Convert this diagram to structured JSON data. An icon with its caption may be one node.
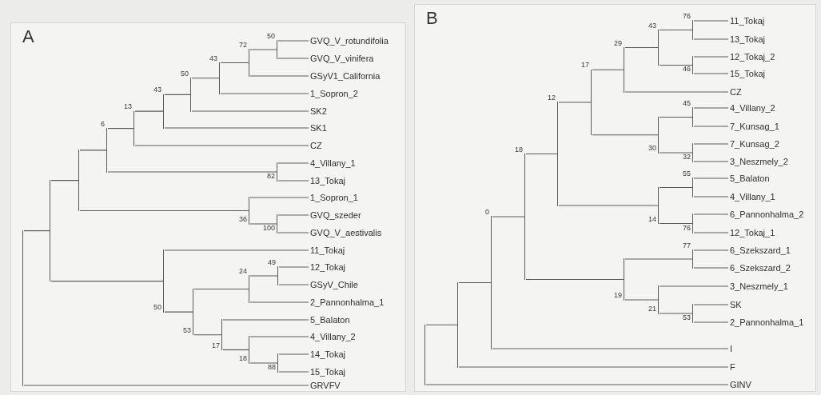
{
  "diagram": {
    "nodes": [
      {
        "text": [
          "A"
        ]
      },
      {
        "text": [
          "GVQ_V_rotundifolia"
        ],
        "in": 0
      },
      {
        "text": [
          "GVQ_V_vinifera"
        ],
        "in": 0
      },
      {
        "text": [
          "GSyV1_California"
        ],
        "in": 0
      },
      {
        "text": [
          "1_Sopron_2"
        ],
        "in": 0
      },
      {
        "text": [
          "SK2"
        ],
        "in": 0
      },
      {
        "text": [
          "SK1"
        ],
        "in": 0
      },
      {
        "text": [
          "CZ"
        ],
        "in": 0
      },
      {
        "text": [
          "4_Villany_1"
        ],
        "in": 0
      },
      {
        "text": [
          "13_Tokaj"
        ],
        "in": 0
      },
      {
        "text": [
          "1_Sopron_1"
        ],
        "in": 0
      },
      {
        "text": [
          "GVQ_szeder"
        ],
        "in": 0
      },
      {
        "text": [
          "GVQ_V_aestivalis"
        ],
        "in": 0
      },
      {
        "text": [
          "11_Tokaj"
        ],
        "in": 0
      },
      {
        "text": [
          "12_Tokaj"
        ],
        "in": 0
      },
      {
        "text": [
          "GSyV_Chile"
        ],
        "in": 0
      },
      {
        "text": [
          "2_Pannonhalma_1"
        ],
        "in": 0
      },
      {
        "text": [
          "5_Balaton"
        ],
        "in": 0
      },
      {
        "text": [
          "4_Villany_2"
        ],
        "in": 0
      },
      {
        "text": [
          "14_Tokaj"
        ],
        "in": 0
      },
      {
        "text": [
          "15_Tokaj"
        ],
        "in": 0
      },
      {
        "text": [
          "GRVFV"
        ],
        "in": 0
      },
      {
        "text": [],
        "shape": "point",
        "in": 0
      },
      {
        "text": [],
        "shape": "point",
        "in": 0
      },
      {
        "text": [],
        "shape": "point",
        "in": 0
      },
      {
        "text": [],
        "shape": "point",
        "in": 0,
        "beside": [
          "6"
        ]
      },
      {
        "text": [],
        "shape": "point",
        "in": 0,
        "beside": [
          "13"
        ]
      },
      {
        "text": [],
        "shape": "point",
        "in": 0,
        "beside": [
          "43"
        ]
      },
      {
        "text": [],
        "shape": "point",
        "in": 0,
        "beside": [
          "50"
        ]
      },
      {
        "text": [],
        "shape": "point",
        "in": 0,
        "beside": [
          "43"
        ]
      },
      {
        "text": [],
        "shape": "point",
        "in": 0,
        "beside": [
          "72"
        ]
      },
      {
        "text": [],
        "shape": "point",
        "in": 0,
        "beside": [
          "50"
        ]
      },
      {
        "text": [],
        "shape": "point",
        "in": 0,
        "beside": [
          "82"
        ]
      },
      {
        "text": [],
        "shape": "point",
        "in": 0,
        "beside": [
          "36"
        ]
      },
      {
        "text": [],
        "shape": "point",
        "in": 0,
        "beside": [
          "100"
        ]
      },
      {
        "text": [],
        "shape": "point",
        "in": 0,
        "beside": [
          "50"
        ]
      },
      {
        "text": [],
        "shape": "point",
        "in": 0,
        "beside": [
          "53"
        ]
      },
      {
        "text": [],
        "shape": "point",
        "in": 0,
        "beside": [
          "24"
        ]
      },
      {
        "text": [],
        "shape": "point",
        "in": 0,
        "beside": [
          "49"
        ]
      },
      {
        "text": [],
        "shape": "point",
        "in": 0,
        "beside": [
          "17"
        ]
      },
      {
        "text": [],
        "shape": "point",
        "in": 0,
        "beside": [
          "18"
        ]
      },
      {
        "text": [],
        "shape": "point",
        "in": 0,
        "beside": [
          "88"
        ]
      },
      {
        "text": [
          "B"
        ]
      },
      {
        "text": [
          "11_Tokaj"
        ],
        "in": 42
      },
      {
        "text": [
          "13_Tokaj"
        ],
        "in": 42
      },
      {
        "text": [
          "12_Tokaj_2"
        ],
        "in": 42
      },
      {
        "text": [
          "15_Tokaj"
        ],
        "in": 42
      },
      {
        "text": [
          "CZ"
        ],
        "in": 42
      },
      {
        "text": [
          "4_Villany_2"
        ],
        "in": 42
      },
      {
        "text": [
          "7_Kunsag_1"
        ],
        "in": 42
      },
      {
        "text": [
          "7_Kunsag_2"
        ],
        "in": 42
      },
      {
        "text": [
          "3_Neszmely_2"
        ],
        "in": 42
      },
      {
        "text": [
          "5_Balaton"
        ],
        "in": 42
      },
      {
        "text": [
          "4_Villany_1"
        ],
        "in": 42
      },
      {
        "text": [
          "6_Pannonhalma_2"
        ],
        "in": 42
      },
      {
        "text": [
          "12_Tokaj_1"
        ],
        "in": 42
      },
      {
        "text": [
          "6_Szekszard_1"
        ],
        "in": 42
      },
      {
        "text": [
          "6_Szekszard_2"
        ],
        "in": 42
      },
      {
        "text": [
          "3_Neszmely_1"
        ],
        "in": 42
      },
      {
        "text": [
          "SK"
        ],
        "in": 42
      },
      {
        "text": [
          "2_Pannonhalma_1"
        ],
        "in": 42
      },
      {
        "text": [
          "I"
        ],
        "in": 42
      },
      {
        "text": [
          "F"
        ],
        "in": 42
      },
      {
        "text": [
          "GINV"
        ],
        "in": 42
      },
      {
        "text": [],
        "shape": "point",
        "in": 42
      },
      {
        "text": [],
        "shape": "point",
        "in": 42
      },
      {
        "text": [],
        "shape": "point",
        "in": 42,
        "beside": [
          "0"
        ]
      },
      {
        "text": [],
        "shape": "point",
        "in": 42,
        "beside": [
          "18"
        ]
      },
      {
        "text": [],
        "shape": "point",
        "in": 42,
        "beside": [
          "12"
        ]
      },
      {
        "text": [],
        "shape": "point",
        "in": 42,
        "beside": [
          "17"
        ]
      },
      {
        "text": [],
        "shape": "point",
        "in": 42,
        "beside": [
          "29"
        ]
      },
      {
        "text": [],
        "shape": "point",
        "in": 42,
        "beside": [
          "43"
        ]
      },
      {
        "text": [],
        "shape": "point",
        "in": 42,
        "beside": [
          "76"
        ]
      },
      {
        "text": [],
        "shape": "point",
        "in": 42,
        "beside": [
          "46"
        ]
      },
      {
        "text": [],
        "shape": "point",
        "in": 42,
        "beside": [
          "30"
        ]
      },
      {
        "text": [],
        "shape": "point",
        "in": 42,
        "beside": [
          "45"
        ]
      },
      {
        "text": [],
        "shape": "point",
        "in": 42,
        "beside": [
          "32"
        ]
      },
      {
        "text": [],
        "shape": "point",
        "in": 42,
        "beside": [
          "14"
        ]
      },
      {
        "text": [],
        "shape": "point",
        "in": 42,
        "beside": [
          "55"
        ]
      },
      {
        "text": [],
        "shape": "point",
        "in": 42,
        "beside": [
          "76"
        ]
      },
      {
        "text": [],
        "shape": "point",
        "in": 42,
        "beside": [
          "19"
        ]
      },
      {
        "text": [],
        "shape": "point",
        "in": 42,
        "beside": [
          "77"
        ]
      },
      {
        "text": [],
        "shape": "point",
        "in": 42,
        "beside": [
          "21"
        ]
      },
      {
        "text": [],
        "shape": "point",
        "in": 42,
        "beside": [
          "53"
        ]
      }
    ],
    "edges": [
      {
        "from": 22,
        "to": 23,
        "arrow": "none"
      },
      {
        "from": 22,
        "to": 21,
        "arrow": "none"
      },
      {
        "from": 23,
        "to": 24,
        "arrow": "none"
      },
      {
        "from": 23,
        "to": 35,
        "arrow": "none"
      },
      {
        "from": 24,
        "to": 25,
        "arrow": "none"
      },
      {
        "from": 24,
        "to": 33,
        "arrow": "none"
      },
      {
        "from": 25,
        "to": 26,
        "arrow": "none"
      },
      {
        "from": 25,
        "to": 32,
        "arrow": "none"
      },
      {
        "from": 26,
        "to": 27,
        "arrow": "none"
      },
      {
        "from": 26,
        "to": 7,
        "arrow": "none"
      },
      {
        "from": 27,
        "to": 28,
        "arrow": "none"
      },
      {
        "from": 27,
        "to": 6,
        "arrow": "none"
      },
      {
        "from": 28,
        "to": 29,
        "arrow": "none"
      },
      {
        "from": 28,
        "to": 5,
        "arrow": "none"
      },
      {
        "from": 29,
        "to": 30,
        "arrow": "none"
      },
      {
        "from": 29,
        "to": 4,
        "arrow": "none"
      },
      {
        "from": 30,
        "to": 31,
        "arrow": "none"
      },
      {
        "from": 30,
        "to": 3,
        "arrow": "none"
      },
      {
        "from": 31,
        "to": 1,
        "arrow": "none"
      },
      {
        "from": 31,
        "to": 2,
        "arrow": "none"
      },
      {
        "from": 32,
        "to": 8,
        "arrow": "none"
      },
      {
        "from": 32,
        "to": 9,
        "arrow": "none"
      },
      {
        "from": 33,
        "to": 10,
        "arrow": "none"
      },
      {
        "from": 33,
        "to": 34,
        "arrow": "none"
      },
      {
        "from": 34,
        "to": 11,
        "arrow": "none"
      },
      {
        "from": 34,
        "to": 12,
        "arrow": "none"
      },
      {
        "from": 35,
        "to": 13,
        "arrow": "none"
      },
      {
        "from": 35,
        "to": 36,
        "arrow": "none"
      },
      {
        "from": 36,
        "to": 37,
        "arrow": "none"
      },
      {
        "from": 36,
        "to": 39,
        "arrow": "none"
      },
      {
        "from": 37,
        "to": 38,
        "arrow": "none"
      },
      {
        "from": 37,
        "to": 16,
        "arrow": "none"
      },
      {
        "from": 38,
        "to": 14,
        "arrow": "none"
      },
      {
        "from": 38,
        "to": 15,
        "arrow": "none"
      },
      {
        "from": 39,
        "to": 17,
        "arrow": "none"
      },
      {
        "from": 39,
        "to": 40,
        "arrow": "none"
      },
      {
        "from": 40,
        "to": 18,
        "arrow": "none"
      },
      {
        "from": 40,
        "to": 41,
        "arrow": "none"
      },
      {
        "from": 41,
        "to": 19,
        "arrow": "none"
      },
      {
        "from": 41,
        "to": 20,
        "arrow": "none"
      },
      {
        "from": 64,
        "to": 65,
        "arrow": "none"
      },
      {
        "from": 64,
        "to": 63,
        "arrow": "none"
      },
      {
        "from": 65,
        "to": 66,
        "arrow": "none"
      },
      {
        "from": 65,
        "to": 62,
        "arrow": "none"
      },
      {
        "from": 66,
        "to": 67,
        "arrow": "none"
      },
      {
        "from": 66,
        "to": 61,
        "arrow": "none"
      },
      {
        "from": 67,
        "to": 68,
        "arrow": "none"
      },
      {
        "from": 67,
        "to": 80,
        "arrow": "none"
      },
      {
        "from": 68,
        "to": 69,
        "arrow": "none"
      },
      {
        "from": 68,
        "to": 77,
        "arrow": "none"
      },
      {
        "from": 69,
        "to": 70,
        "arrow": "none"
      },
      {
        "from": 69,
        "to": 74,
        "arrow": "none"
      },
      {
        "from": 70,
        "to": 71,
        "arrow": "none"
      },
      {
        "from": 70,
        "to": 47,
        "arrow": "none"
      },
      {
        "from": 71,
        "to": 72,
        "arrow": "none"
      },
      {
        "from": 71,
        "to": 73,
        "arrow": "none"
      },
      {
        "from": 72,
        "to": 43,
        "arrow": "none"
      },
      {
        "from": 72,
        "to": 44,
        "arrow": "none"
      },
      {
        "from": 73,
        "to": 45,
        "arrow": "none"
      },
      {
        "from": 73,
        "to": 46,
        "arrow": "none"
      },
      {
        "from": 74,
        "to": 75,
        "arrow": "none"
      },
      {
        "from": 74,
        "to": 76,
        "arrow": "none"
      },
      {
        "from": 75,
        "to": 48,
        "arrow": "none"
      },
      {
        "from": 75,
        "to": 49,
        "arrow": "none"
      },
      {
        "from": 76,
        "to": 50,
        "arrow": "none"
      },
      {
        "from": 76,
        "to": 51,
        "arrow": "none"
      },
      {
        "from": 77,
        "to": 78,
        "arrow": "none"
      },
      {
        "from": 77,
        "to": 79,
        "arrow": "none"
      },
      {
        "from": 78,
        "to": 52,
        "arrow": "none"
      },
      {
        "from": 78,
        "to": 53,
        "arrow": "none"
      },
      {
        "from": 79,
        "to": 54,
        "arrow": "none"
      },
      {
        "from": 79,
        "to": 55,
        "arrow": "none"
      },
      {
        "from": 80,
        "to": 81,
        "arrow": "none"
      },
      {
        "from": 80,
        "to": 82,
        "arrow": "none"
      },
      {
        "from": 81,
        "to": 56,
        "arrow": "none"
      },
      {
        "from": 81,
        "to": 57,
        "arrow": "none"
      },
      {
        "from": 82,
        "to": 58,
        "arrow": "none"
      },
      {
        "from": 82,
        "to": 83,
        "arrow": "none"
      },
      {
        "from": 83,
        "to": 59,
        "arrow": "none"
      },
      {
        "from": 83,
        "to": 60,
        "arrow": "none"
      }
    ]
  }
}
